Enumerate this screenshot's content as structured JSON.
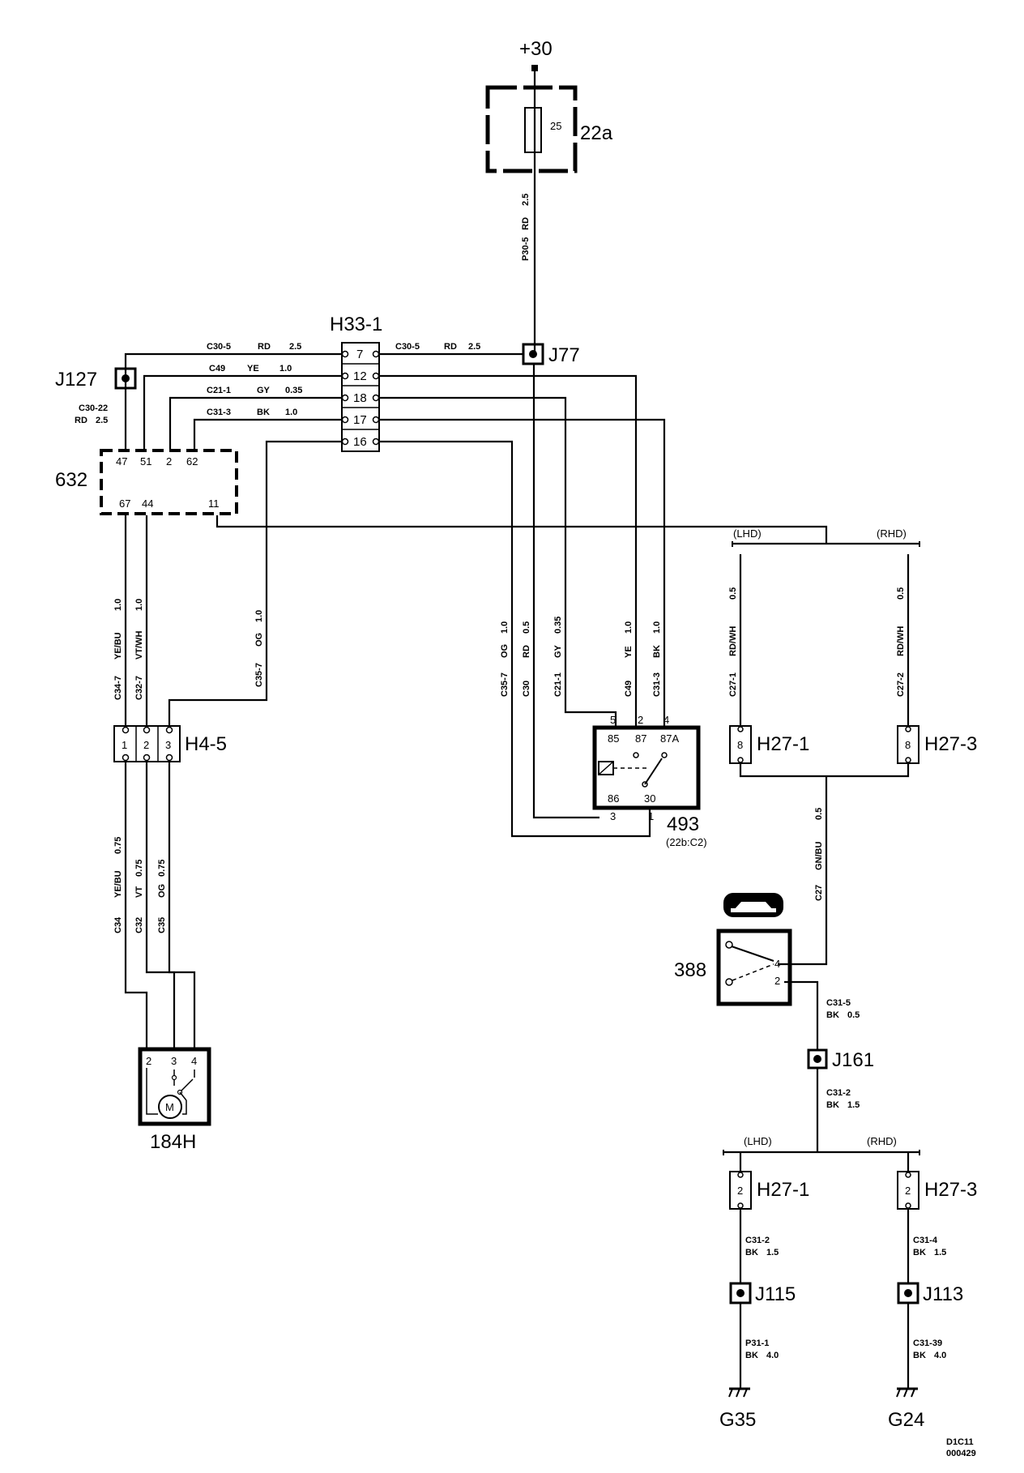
{
  "supply": {
    "label": "+30"
  },
  "components": {
    "fuse_box": "22a",
    "fuse_rating": "25",
    "splice_j77": "J77",
    "splice_j127": "J127",
    "connector_h33": "H33-1",
    "h33_pins": [
      "7",
      "12",
      "18",
      "17",
      "16"
    ],
    "module_632": "632",
    "module_632_top_pins": [
      "47",
      "51",
      "2",
      "62"
    ],
    "module_632_bottom_pins": [
      "67",
      "44",
      "11"
    ],
    "connector_h4_5": "H4-5",
    "h4_5_pins": [
      "1",
      "2",
      "3"
    ],
    "relay_493": "493",
    "relay_location": "(22b:C2)",
    "relay_pins_top": [
      "5",
      "2",
      "4"
    ],
    "relay_terminals_top": [
      "85",
      "87",
      "87A"
    ],
    "relay_terminals_bottom": [
      "86",
      "30"
    ],
    "relay_pins_bottom": [
      "3",
      "1"
    ],
    "motor_184h": "184H",
    "motor_pins": [
      "2",
      "3",
      "4"
    ],
    "motor_symbol": "M",
    "connector_h27_1": "H27-1",
    "connector_h27_3": "H27-3",
    "h27_upper_pin": "8",
    "h27_lower_pin": "2",
    "switch_388": "388",
    "switch_pins": [
      "4",
      "2"
    ],
    "splice_j161": "J161",
    "splice_j115": "J115",
    "splice_j113": "J113",
    "ground_g35": "G35",
    "ground_g24": "G24",
    "lhd": "(LHD)",
    "rhd": "(RHD)"
  },
  "wires": {
    "p30_5": [
      "P30-5",
      "RD",
      "2.5"
    ],
    "c30_5_left": [
      "C30-5",
      "RD",
      "2.5"
    ],
    "c49_h": [
      "C49",
      "YE",
      "1.0"
    ],
    "c21_1_h": [
      "C21-1",
      "GY",
      "0.35"
    ],
    "c31_3_h": [
      "C31-3",
      "BK",
      "1.0"
    ],
    "c30_5_right": [
      "C30-5",
      "RD",
      "2.5"
    ],
    "c30_22": [
      "C30-22",
      "RD",
      "2.5"
    ],
    "c34_7": [
      "C34-7",
      "YE/BU",
      "1.0"
    ],
    "c32_7": [
      "C32-7",
      "VT/WH",
      "1.0"
    ],
    "c35_7_left": [
      "C35-7",
      "OG",
      "1.0"
    ],
    "c35_7_relay": [
      "C35-7",
      "OG",
      "1.0"
    ],
    "c30_relay": [
      "C30",
      "RD",
      "0.5"
    ],
    "c21_1_relay": [
      "C21-1",
      "GY",
      "0.35"
    ],
    "c49_relay": [
      "C49",
      "YE",
      "1.0"
    ],
    "c31_3_relay": [
      "C31-3",
      "BK",
      "1.0"
    ],
    "c34": [
      "C34",
      "YE/BU",
      "0.75"
    ],
    "c32": [
      "C32",
      "VT",
      "0.75"
    ],
    "c35": [
      "C35",
      "OG",
      "0.75"
    ],
    "c27_1": [
      "C27-1",
      "RD/WH",
      "0.5"
    ],
    "c27_2": [
      "C27-2",
      "RD/WH",
      "0.5"
    ],
    "c27": [
      "C27",
      "GN/BU",
      "0.5"
    ],
    "c31_5": [
      "C31-5",
      "BK",
      "0.5"
    ],
    "c31_2_a": [
      "C31-2",
      "BK",
      "1.5"
    ],
    "c31_2_b": [
      "C31-2",
      "BK",
      "1.5"
    ],
    "c31_4": [
      "C31-4",
      "BK",
      "1.5"
    ],
    "p31_1": [
      "P31-1",
      "BK",
      "4.0"
    ],
    "c31_39": [
      "C31-39",
      "BK",
      "4.0"
    ]
  },
  "footer": {
    "code1": "D1C11",
    "code2": "000429"
  }
}
